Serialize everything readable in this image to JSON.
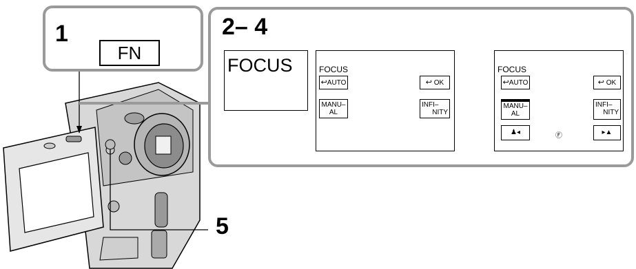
{
  "step1": {
    "number": "1",
    "button_label": "FN"
  },
  "steps2to4": {
    "number": "2– 4",
    "focus_button_label": "FOCUS"
  },
  "lcd1": {
    "title": "FOCUS",
    "auto_label": "AUTO",
    "ok_label": "OK",
    "manual_line1": "MANU–",
    "manual_line2": "AL",
    "infinity_line1": "INFI–",
    "infinity_line2": "NITY"
  },
  "lcd2": {
    "title": "FOCUS",
    "auto_label": "AUTO",
    "ok_label": "OK",
    "manual_line1": "MANU–",
    "manual_line2": "AL",
    "infinity_line1": "INFI–",
    "infinity_line2": "NITY"
  },
  "step5": {
    "number": "5"
  },
  "colors": {
    "panel_border": "#9a9a9a",
    "arrow": "#7a7a7a",
    "line": "#000000"
  }
}
